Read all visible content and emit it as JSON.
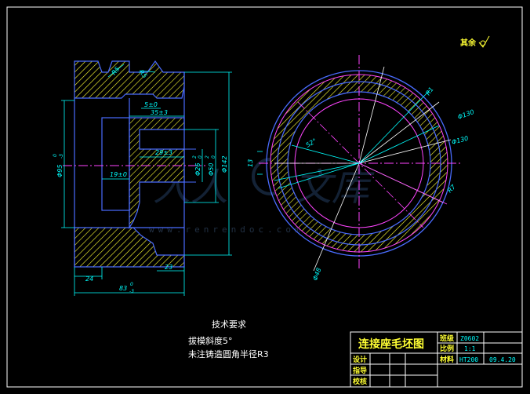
{
  "drawing": {
    "surface_note": "其余",
    "title": "连接座毛坯图",
    "watermark": "www.renrendoc.com",
    "tech_requirements": {
      "heading": "技术要求",
      "items": [
        "拔模斜度5°",
        "未注铸造圆角半径R3"
      ]
    },
    "dims_left": {
      "r5a": "R5",
      "r5b": "R5",
      "d5": "5±0",
      "d35": "35±3",
      "d29": "29±3",
      "d19": "19±0",
      "d24": "24",
      "d23": "23",
      "d83": "83",
      "d83_tol_top": "0",
      "d83_tol_bot": "-3",
      "phi95": "Φ95",
      "phi95_tol_top": "0",
      "phi95_tol_bot": "-3",
      "phi26": "Φ26",
      "phi26_tol_top": "2",
      "phi26_tol_bot": "0",
      "phi50": "Φ50",
      "phi50_tol_top": "2",
      "phi50_tol_bot": "0",
      "phi142": "Φ142"
    },
    "dims_right": {
      "r1": "R1",
      "phi130a": "Φ130",
      "phi130b": "Φ130",
      "angle": "52°",
      "r7": "R7",
      "d13": "13",
      "phi48": "Φ48"
    },
    "title_block": {
      "labels": [
        "班级",
        "比例",
        "材料",
        "设计",
        "指导",
        "校核"
      ],
      "class_value": "Z0602",
      "scale_value": "1:1",
      "material_value": "HT200",
      "date_value": "09.4.20"
    }
  }
}
